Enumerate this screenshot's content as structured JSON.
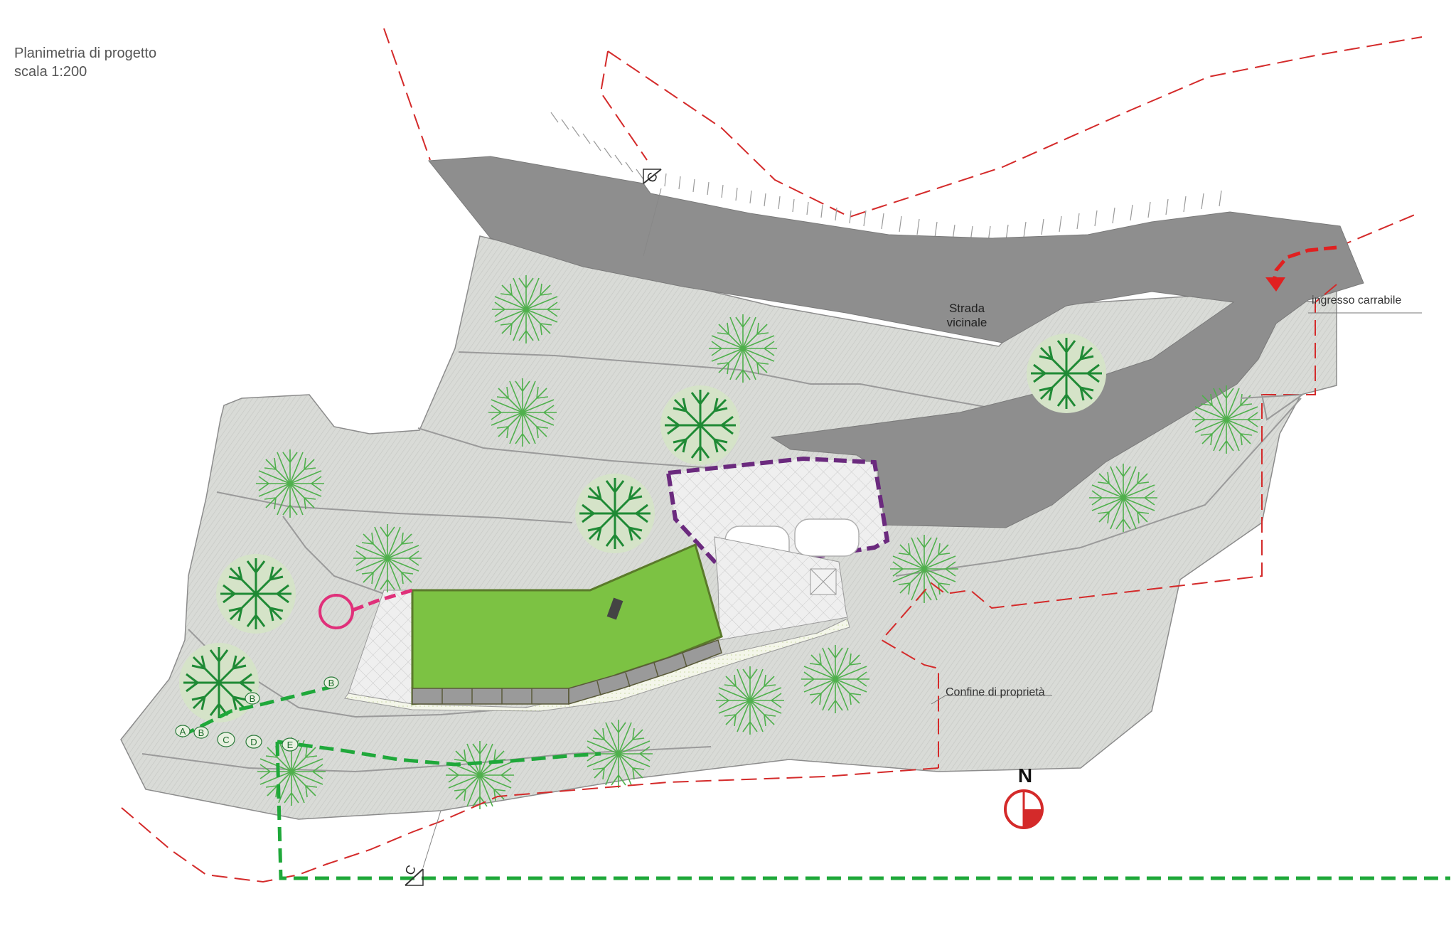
{
  "title": {
    "line1": "Planimetria di progetto",
    "line2": "scala 1:200"
  },
  "labels": {
    "road_line1": "Strada",
    "road_line2": "vicinale",
    "entrance": "ingresso carrabile",
    "boundary": "Confine di proprietà",
    "north": "N"
  },
  "section_markers": [
    "C",
    "C"
  ],
  "path_markers": [
    "A",
    "B",
    "C",
    "D",
    "E",
    "B",
    "B"
  ],
  "colors": {
    "road": "#8e8e8e",
    "terrain": "#d9dbd7",
    "roof_green": "#7cc243",
    "tree_green": "#2f9a3a",
    "boundary_red": "#d42a2a",
    "path_green": "#1fa83a",
    "parking_purple": "#6b2a7e",
    "pink_marker": "#e0307a",
    "north_red": "#d42a2a"
  }
}
